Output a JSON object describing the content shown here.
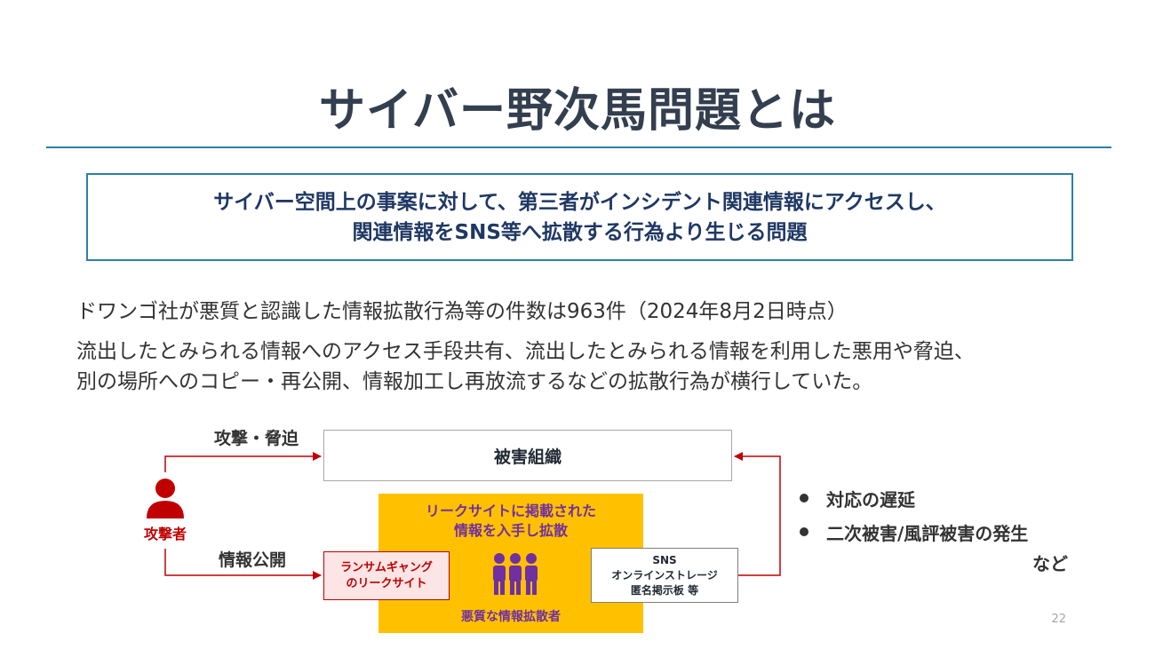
{
  "slide": {
    "title": "サイバー野次馬問題とは",
    "definition_line1": "サイバー空間上の事案に対して、第三者がインシデント関連情報にアクセスし、",
    "definition_line2": "関連情報をSNS等へ拡散する行為より生じる問題",
    "paragraph1": "ドワンゴ社が悪質と認識した情報拡散行為等の件数は963件（2024年8月2日時点）",
    "paragraph2_line1": "流出したとみられる情報へのアクセス手段共有、流出したとみられる情報を利用した悪用や脅迫、",
    "paragraph2_line2": "別の場所へのコピー・再公開、情報加工し再放流するなどの拡散行為が横行していた。",
    "page_number": "22"
  },
  "diagram": {
    "attacker_label": "攻撃者",
    "arrow_attack_label": "攻撃・脅迫",
    "arrow_publish_label": "情報公開",
    "victim_org": "被害組織",
    "leak_site_line1": "ランサムギャング",
    "leak_site_line2": "のリークサイト",
    "spreader_caption_line1": "リークサイトに掲載された",
    "spreader_caption_line2": "情報を入手し拡散",
    "spreader_label": "悪質な情報拡散者",
    "sns_line1": "SNS",
    "sns_line2": "オンラインストレージ",
    "sns_line3": "匿名掲示板 等",
    "effects": [
      "対応の遅延",
      "二次被害/風評被害の発生"
    ],
    "effects_suffix": "など"
  },
  "colors": {
    "title": "#333f4f",
    "accent_blue": "#2e7fa8",
    "attacker_red": "#c00000",
    "spreader_purple": "#7030a0",
    "highlight_yellow": "#ffc000"
  }
}
